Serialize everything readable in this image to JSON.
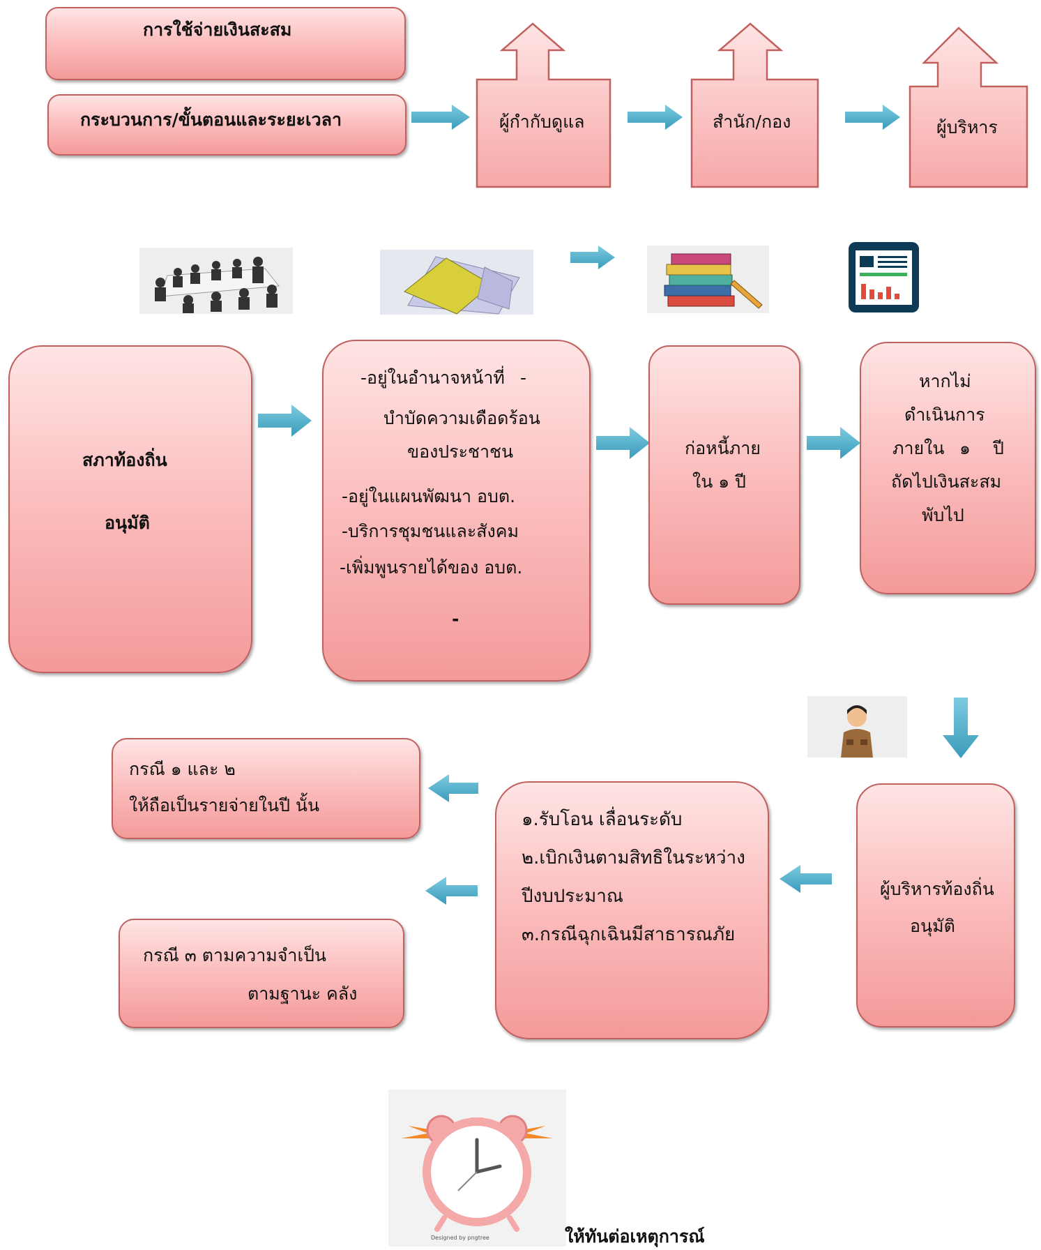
{
  "header": {
    "title": "การใช้จ่ายเงินสะสม",
    "subtitle": "กระบวนการ/ขั้นตอนและระยะเวลา"
  },
  "top_flow": {
    "step1": "ผู้กำกับดูแล",
    "step2": "สำนัก/กอง",
    "step3": "ผู้บริหาร"
  },
  "middle_flow": {
    "council": {
      "line1": "สภาท้องถิ่น",
      "line2": "อนุมัติ"
    },
    "criteria": {
      "line1": "-อยู่ในอำนาจหน้าที่",
      "line1_dash": "-",
      "line2": "บำบัดความเดือดร้อน",
      "line3": "ของประชาชน",
      "line4": "-อยู่ในแผนพัฒนา อบต.",
      "line5": "-บริการชุมชนและสังคม",
      "line6": "-เพิ่มพูนรายได้ของ อบต.",
      "line7": "-"
    },
    "debt": {
      "line1": "ก่อหนี้ภาย",
      "line2": "ใน ๑ ปี"
    },
    "lapse": {
      "line1": "หากไม่",
      "line2": "ดำเนินการ",
      "line3a": "ภายใน",
      "line3b": "๑",
      "line3c": "ปี",
      "line4": "ถัดไปเงินสะสม",
      "line5": "พับไป"
    }
  },
  "bottom_flow": {
    "executive": {
      "line1": "ผู้บริหารท้องถิ่น",
      "line2": "อนุมัติ"
    },
    "cases": {
      "line1": "๑.รับโอน เลื่อนระดับ",
      "line2": "๒.เบิกเงินตามสิทธิในระหว่าง",
      "line3": "ปีงบประมาณ",
      "line4": "๓.กรณีฉุกเฉินมีสาธารณภัย"
    },
    "case12": {
      "line1": "กรณี ๑ และ ๒",
      "line2": "ให้ถือเป็นรายจ่ายในปี นั้น"
    },
    "case3": {
      "line1": "กรณี ๓ ตามความจำเป็น",
      "line2": "ตามฐานะ คลัง"
    }
  },
  "footer": {
    "caption": "ให้ทันต่อเหตุการณ์",
    "clock_credit": "Designed by pngtree"
  },
  "icons": [
    "meeting-illustration",
    "documents-icon",
    "books-icon",
    "report-tablet-icon",
    "officer-icon",
    "alarm-clock-icon"
  ],
  "colors": {
    "box_fill": "#f7aeae",
    "box_border": "#c0605f",
    "arrow": "#4bacc6"
  }
}
